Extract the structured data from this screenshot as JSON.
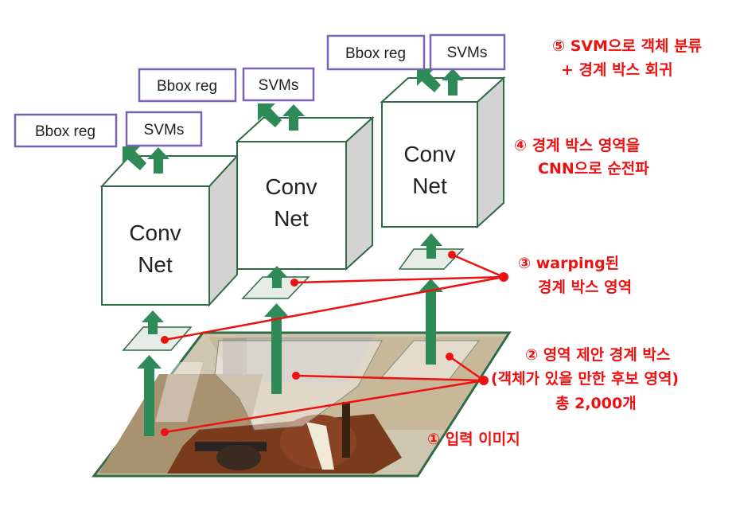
{
  "cnn_labels": {
    "conv": "Conv",
    "net": "Net"
  },
  "output_boxes": {
    "bbox": "Bbox reg",
    "svms": "SVMs"
  },
  "annotations": {
    "step1": "① 입력 이미지",
    "step2": [
      "② 영역 제안 경계 박스",
      "(객체가 있을 만한 후보 영역)",
      "총 2,000개"
    ],
    "step3": [
      "③ warping된",
      "경계 박스 영역"
    ],
    "step4": [
      "④ 경계 박스 영역을",
      "CNN으로 순전파"
    ],
    "step5": [
      "⑤ SVM으로 객체 분류",
      "+ 경계 박스 회귀"
    ]
  },
  "colors": {
    "arrow_green": "#2e8b57",
    "box_border": "#7b63b3",
    "annotation_red": "#ee1111",
    "cube_side": "#d3d3d3",
    "plane_border": "#2f6b45"
  }
}
